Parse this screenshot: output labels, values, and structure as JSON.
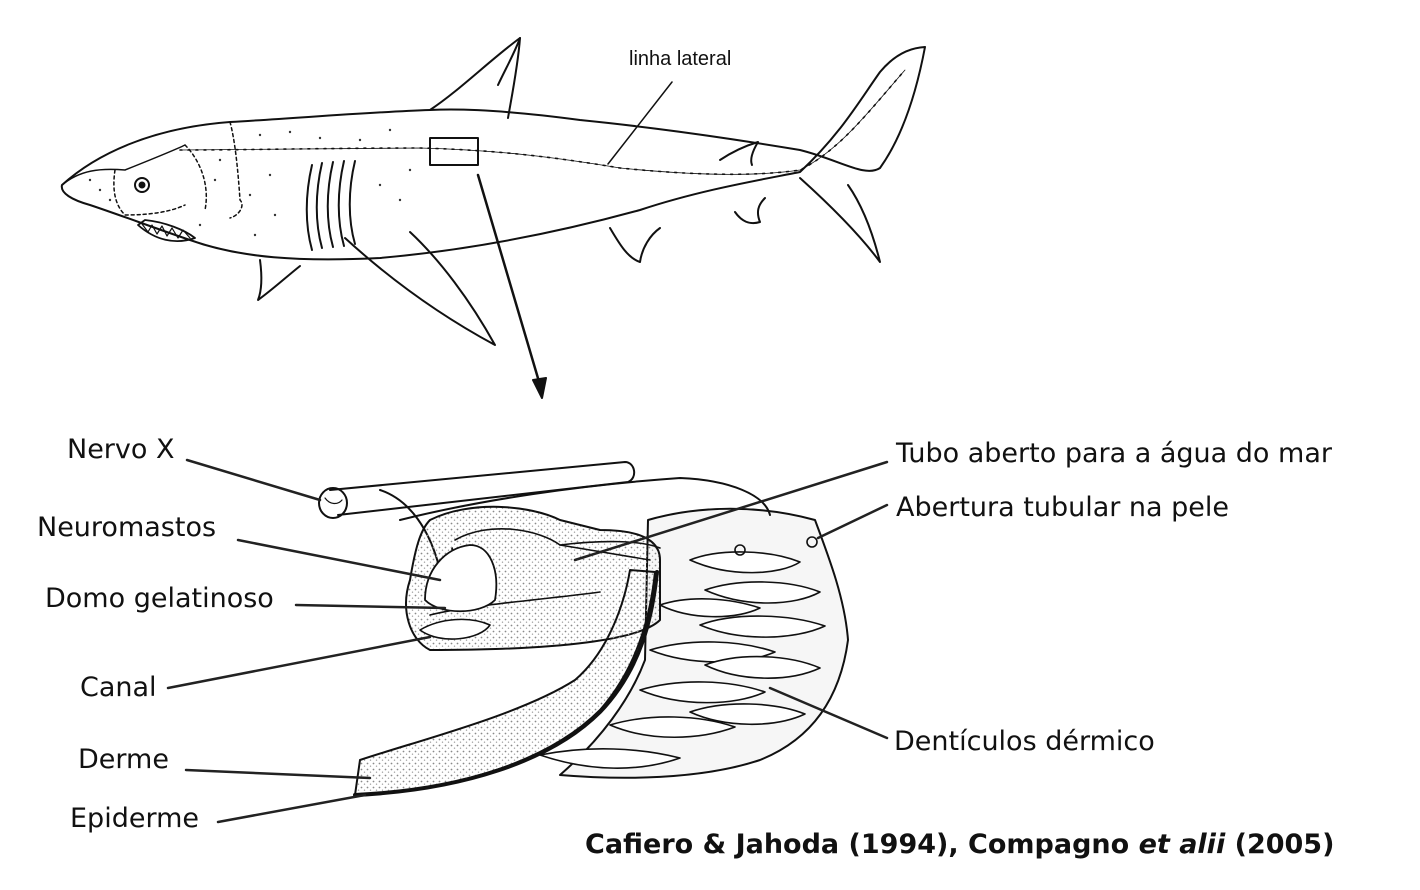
{
  "labels": {
    "linha_lateral": "linha lateral",
    "nervo_x": "Nervo X",
    "neuromastos": "Neuromastos",
    "domo_gelatinoso": "Domo gelatinoso",
    "canal": "Canal",
    "derme": "Derme",
    "epiderme": "Epiderme",
    "tubo_aberto": "Tubo aberto para a água do mar",
    "abertura_tubular": "Abertura tubular na pele",
    "denticulos": "Dentículos dérmico"
  },
  "credit": {
    "part1": "Cafiero & Jahoda (1994), Compagno ",
    "italic": "et alii",
    "part2": " (2005)"
  },
  "colors": {
    "ink": "#111111",
    "stipple": "#9a9a9a",
    "leader": "#222222"
  }
}
